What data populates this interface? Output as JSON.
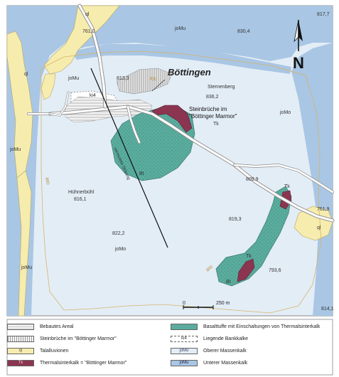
{
  "map": {
    "title": "Böttingen",
    "quarry_label_line1": "Steinbrüche im",
    "quarry_label_line2": "\"Böttinger Marmor\"",
    "places": [
      {
        "id": "sternenberg",
        "label": "Sternenberg"
      },
      {
        "id": "huehnerbuehl",
        "label": "Hühnerbühl"
      }
    ],
    "elevations": [
      "817,7",
      "761,0",
      "830,4",
      "813,3",
      "836,2",
      "809,9",
      "816,1",
      "819,3",
      "822,2",
      "761,9",
      "793,6",
      "814,1"
    ],
    "unit_labels": {
      "ql": "ql",
      "jomu": "joMu",
      "jomo": "joMo",
      "ki4": "ki4",
      "bt": "Bt",
      "tk": "Tk"
    },
    "contour_label": "800",
    "fault_label": "vermutete Störung",
    "north": "N",
    "scale": {
      "zero": "0",
      "value": "250 m"
    },
    "colors": {
      "jomo": "#e3edf6",
      "jomu": "#a9c6e4",
      "ql": "#f6ecae",
      "bt": "#5aad9e",
      "tk": "#8b3550",
      "road": "#ffffff"
    }
  },
  "legend": {
    "items": [
      {
        "id": "built",
        "label": "Bebautes Areal"
      },
      {
        "id": "quarry",
        "label": "Steinbrüche im \"Böttinger Marmor\""
      },
      {
        "id": "ql",
        "swatch": "ql",
        "label": "Talalluvionen"
      },
      {
        "id": "tk",
        "swatch": "Tk",
        "label": "Thermalsinterkalk = \"Böttinger Marmor\""
      },
      {
        "id": "bt",
        "label": "Basalttuffe mit Einschaltungen von Thermalsinterkalk"
      },
      {
        "id": "ki4",
        "swatch": "ki4",
        "label": "Liegende Bankkalke"
      },
      {
        "id": "jomo",
        "swatch": "joMo",
        "label": "Oberer Massenkalk"
      },
      {
        "id": "jomu",
        "swatch": "joMu",
        "label": "Unterer Massenkalk"
      }
    ]
  }
}
